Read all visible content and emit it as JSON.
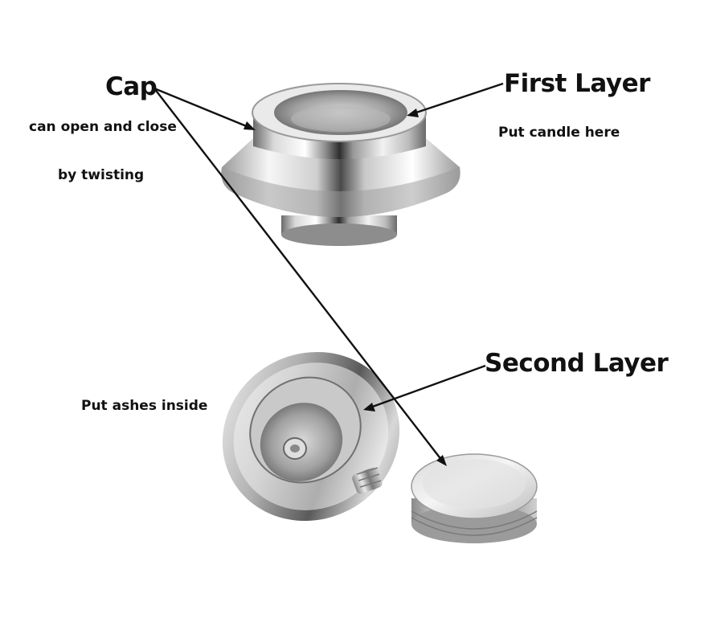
{
  "labels": {
    "cap": "Cap",
    "cap_desc_1": "can open and close",
    "cap_desc_2": "by  twisting",
    "first_layer": "First Layer",
    "first_layer_desc": "Put candle here",
    "second_layer": "Second Layer",
    "second_layer_desc": "Put ashes inside"
  },
  "colors": {
    "text": "#111111",
    "metal_light": "#f4f4f4",
    "metal_mid": "#bdbdbd",
    "metal_dark": "#5c5c5c"
  }
}
